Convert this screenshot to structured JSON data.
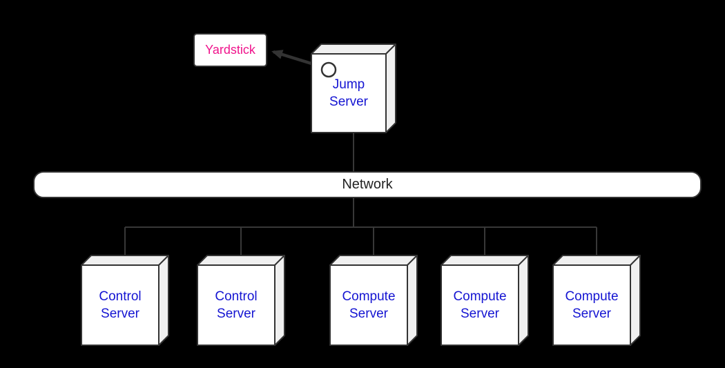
{
  "nodes": {
    "yardstick": {
      "label": "Yardstick"
    },
    "jump_server": {
      "label": "Jump\nServer"
    },
    "network": {
      "label": "Network"
    },
    "servers": [
      {
        "label": "Control\nServer"
      },
      {
        "label": "Control\nServer"
      },
      {
        "label": "Compute\nServer"
      },
      {
        "label": "Compute\nServer"
      },
      {
        "label": "Compute\nServer"
      }
    ]
  },
  "colors": {
    "background": "#000000",
    "node_front_fill": "#ffffff",
    "node_side_fill": "#f0f0f0",
    "border": "#333333",
    "connector_line": "#383838",
    "server_label_blue": "#1414d2",
    "yardstick_pink": "#f0148c",
    "network_text": "#222222"
  }
}
